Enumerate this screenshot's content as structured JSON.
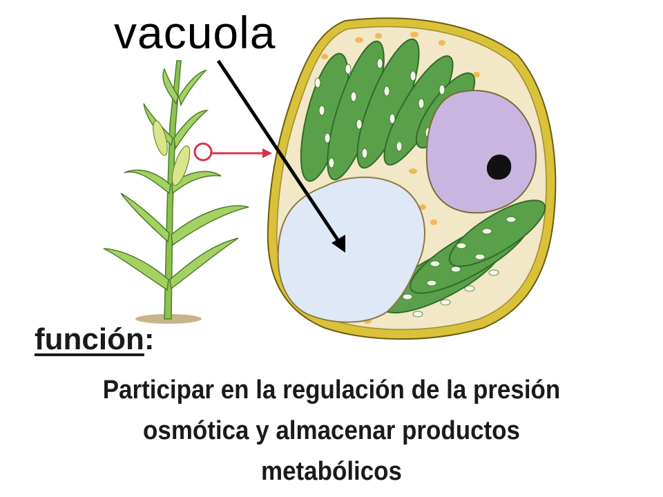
{
  "labels": {
    "organelle": "vacuola"
  },
  "function_section": {
    "heading": "función",
    "colon": ":",
    "lines": [
      "Participar en la regulación de la presión",
      "osmótica y almacenar productos",
      "metabólicos"
    ]
  },
  "colors": {
    "cell_wall": "#d9c23a",
    "cytoplasm": "#f2e7c6",
    "chloroplast": "#5aa04a",
    "chloroplast_dark": "#2f6b2a",
    "vacuole": "#dfe8f7",
    "nucleus": "#c9b6e0",
    "nucleolus": "#111111",
    "plant": "#8cc24f",
    "indicator": "#d6334a",
    "pointer": "#000000"
  }
}
